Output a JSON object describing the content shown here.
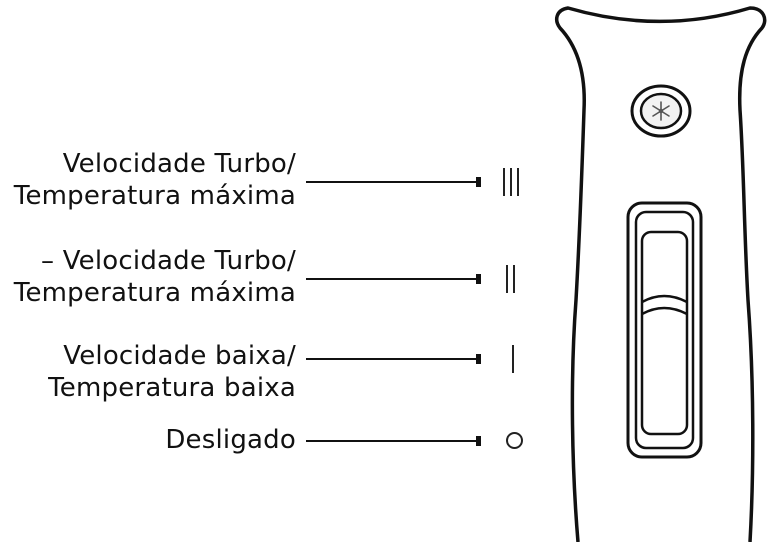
{
  "settings": [
    {
      "id": "turbo-max",
      "line1": "Velocidade Turbo/",
      "line2": "Temperatura máxima",
      "symbol": "III",
      "bars": 3
    },
    {
      "id": "turbo-max-2",
      "line1": "– Velocidade Turbo/",
      "line2": "Temperatura máxima",
      "symbol": "II",
      "bars": 2
    },
    {
      "id": "low",
      "line1": "Velocidade baixa/",
      "line2": "Temperatura baixa",
      "symbol": "I",
      "bars": 1
    },
    {
      "id": "off",
      "line1": "Desligado",
      "line2": "",
      "symbol": "O",
      "bars": 0
    }
  ],
  "colors": {
    "ink": "#111111",
    "background": "#ffffff"
  },
  "icons": {
    "top_button": "snowflake-icon",
    "switch": "slider-switch"
  }
}
